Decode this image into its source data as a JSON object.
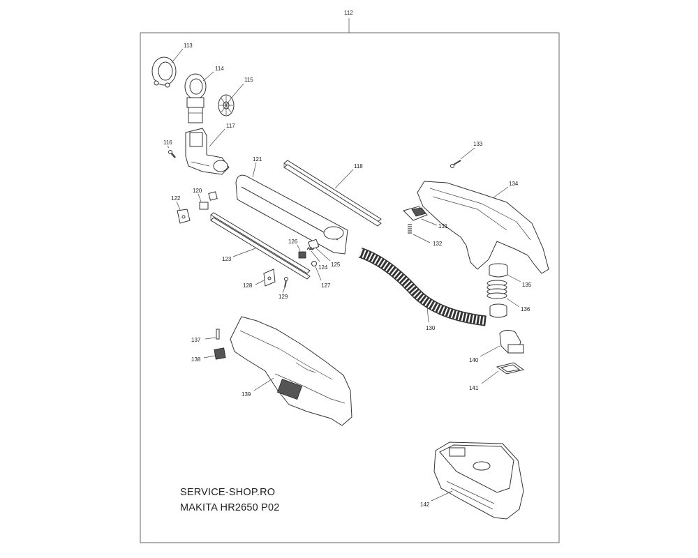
{
  "diagram": {
    "assembly_number": "112",
    "caption_lines": [
      "SERVICE-SHOP.RO",
      "MAKITA HR2650 P02"
    ],
    "parts": {
      "p113": "113",
      "p114": "114",
      "p115": "115",
      "p116": "116",
      "p117": "117",
      "p118": "118",
      "p120": "120",
      "p121": "121",
      "p122": "122",
      "p123": "123",
      "p124": "124",
      "p125": "125",
      "p126": "126",
      "p127": "127",
      "p128": "128",
      "p129": "129",
      "p130": "130",
      "p131": "131",
      "p132": "132",
      "p133": "133",
      "p134": "134",
      "p135": "135",
      "p136": "136",
      "p137": "137",
      "p138": "138",
      "p139": "139",
      "p140": "140",
      "p141": "141",
      "p142": "142"
    }
  }
}
